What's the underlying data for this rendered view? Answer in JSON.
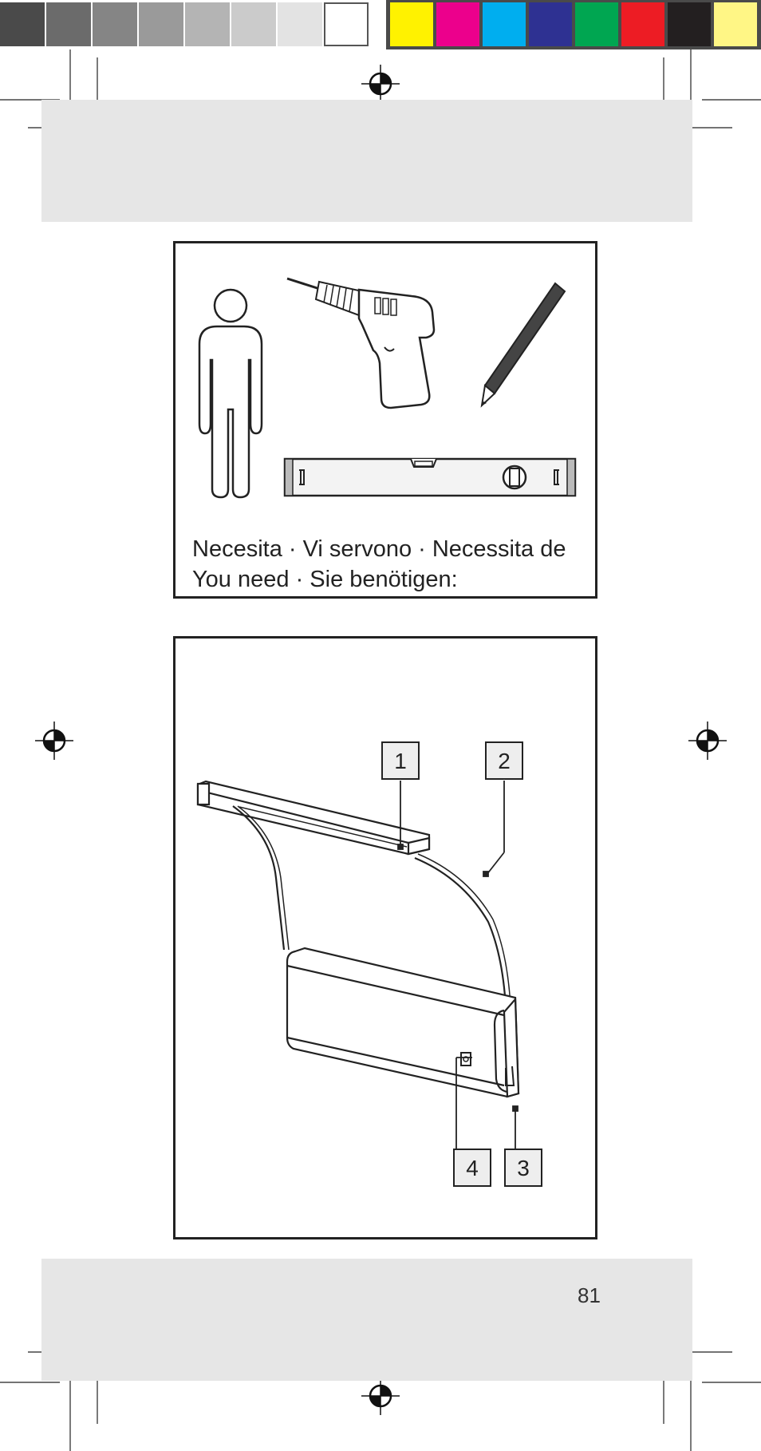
{
  "color_bar": {
    "grays": [
      "#4a4a4a",
      "#6b6b6b",
      "#858585",
      "#9a9a9a",
      "#b4b4b4",
      "#cbcbcb",
      "#e3e3e3",
      "#ffffff"
    ],
    "colors": [
      "#fff200",
      "#ec008c",
      "#00aeef",
      "#2e3192",
      "#00a651",
      "#ed1c24",
      "#231f20",
      "#fff685"
    ]
  },
  "tools_panel": {
    "caption_line1": "Necesita · Vi servono · Necessita de",
    "caption_line2": "You need · Sie benötigen:",
    "items": [
      "person-icon",
      "drill-icon",
      "pencil-icon",
      "spirit-level-icon"
    ]
  },
  "product_panel": {
    "callouts": {
      "c1": "1",
      "c2": "2",
      "c3": "3",
      "c4": "4"
    }
  },
  "footer": {
    "page_number": "81"
  }
}
